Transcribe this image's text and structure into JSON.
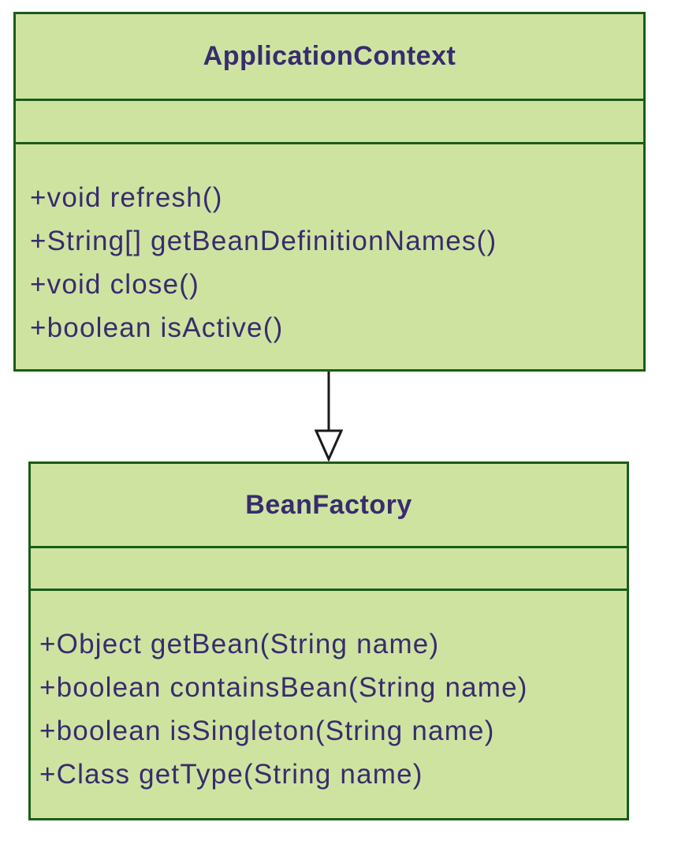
{
  "classes": [
    {
      "name": "ApplicationContext",
      "attributes": [],
      "methods": [
        "+void refresh()",
        "+String[] getBeanDefinitionNames()",
        "+void close()",
        "+boolean isActive()"
      ]
    },
    {
      "name": "BeanFactory",
      "attributes": [],
      "methods": [
        "+Object getBean(String name)",
        "+boolean containsBean(String name)",
        "+boolean isSingleton(String name)",
        "+Class getType(String name)"
      ]
    }
  ],
  "relationship": {
    "type": "generalization",
    "from": "ApplicationContext",
    "to": "BeanFactory",
    "arrowhead": "hollow-triangle"
  },
  "colors": {
    "box_fill": "#cfe3a1",
    "box_border": "#1a5c1a",
    "text_color": "#372c6e",
    "arrow_color": "#1a1a1a",
    "background": "#ffffff"
  }
}
